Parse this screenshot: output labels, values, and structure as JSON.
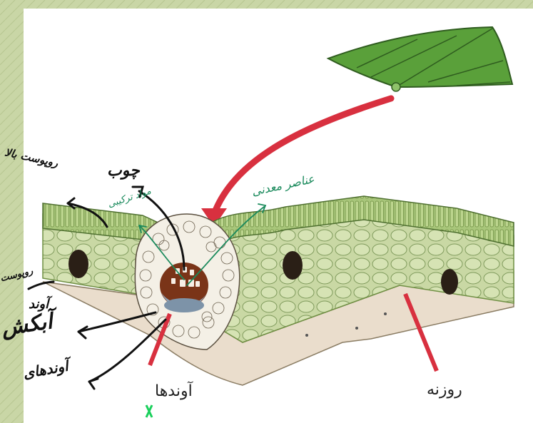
{
  "colors": {
    "background_texture": "#c9d6a6",
    "panel": "#ffffff",
    "leaf_green": "#5aa03a",
    "leaf_tissue": "#c9d8a4",
    "lower_surface": "#eaddcc",
    "arrow_red": "#d8303f",
    "ink_black": "#111111",
    "ink_green": "#1a8a5c"
  },
  "printed_labels": {
    "vessels": "آوندها",
    "stoma": "روزنه"
  },
  "handwritten_black": {
    "xylem": "چوب",
    "upper_epidermis": "روپوست بالا",
    "lower_epidermis": "روپوست",
    "phloem": "آبکش",
    "vascular_bundle": "آوند",
    "collenchyma": "آوندهای"
  },
  "handwritten_green": {
    "mineral_elements": "عناصر معدنی",
    "photosynthesis_products": "مواد ترکیبی"
  },
  "icons": [
    "leaf-icon",
    "curved-arrow-icon"
  ]
}
